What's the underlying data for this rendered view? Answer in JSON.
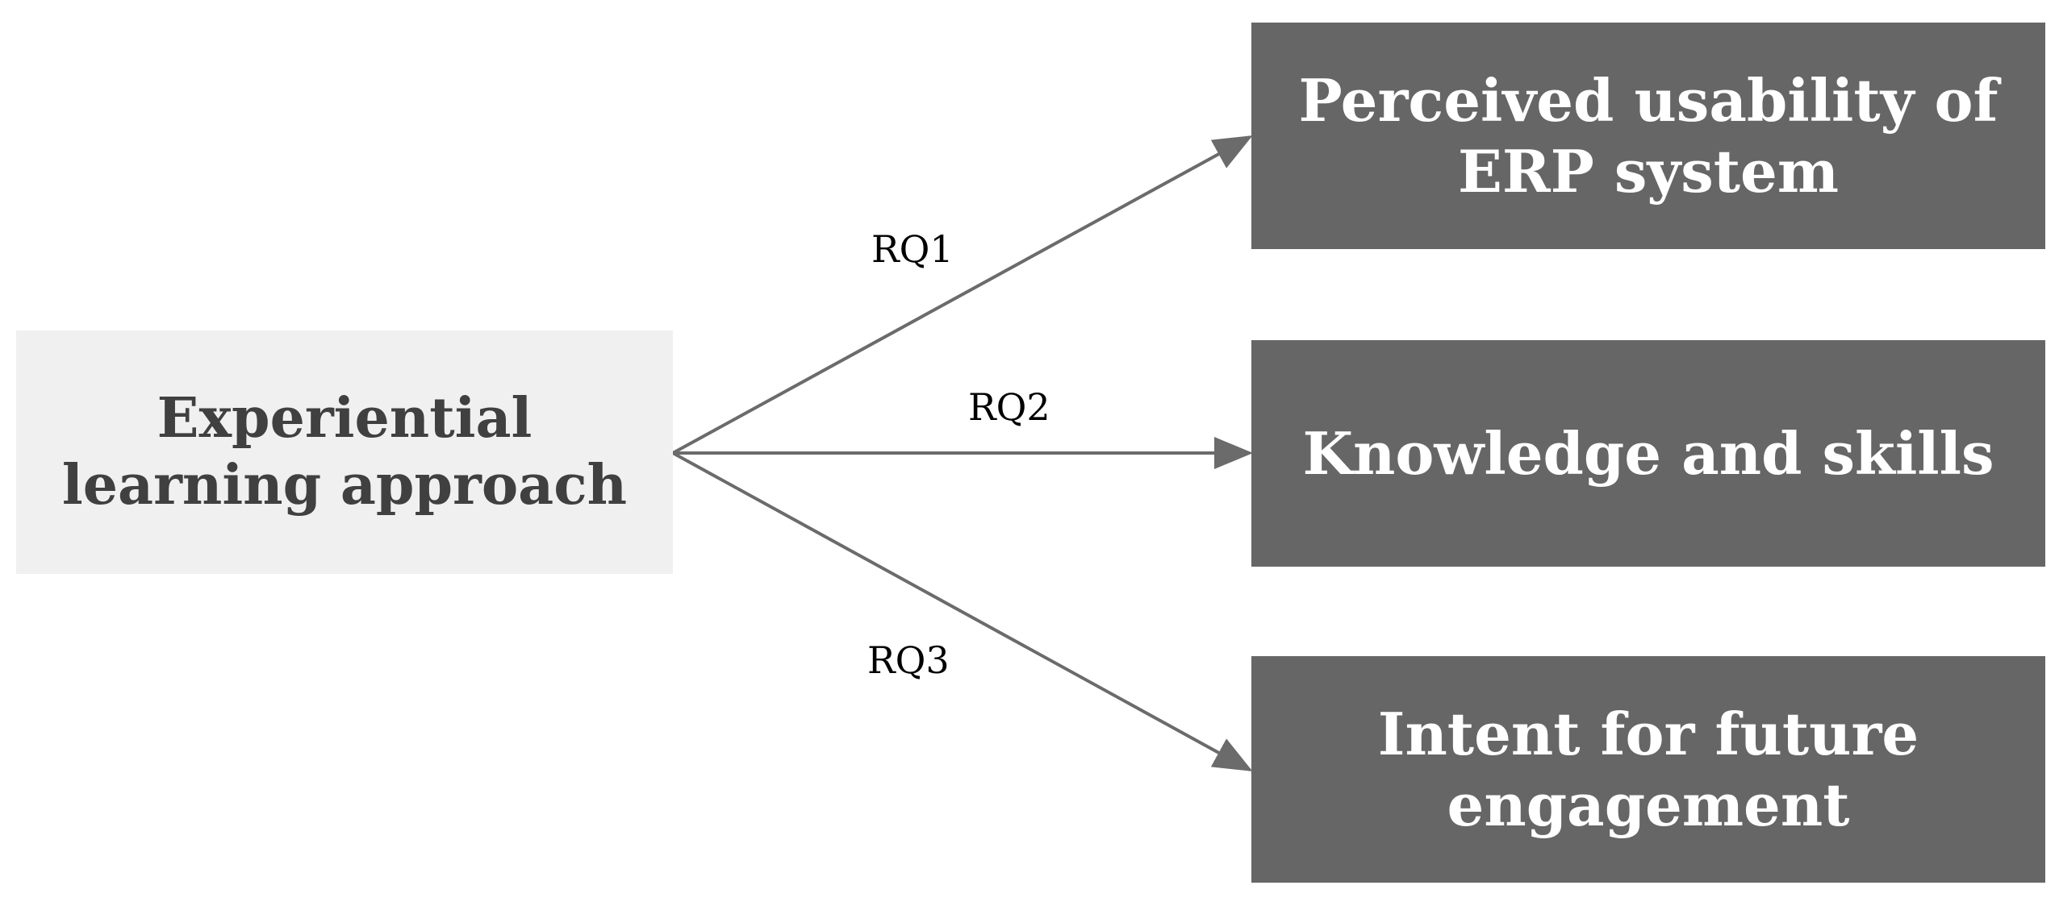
{
  "source": {
    "lines": [
      "Experiential",
      "learning approach"
    ]
  },
  "targets": [
    {
      "lines": [
        "Perceived usability of",
        "ERP system"
      ]
    },
    {
      "lines": [
        "Knowledge and skills"
      ]
    },
    {
      "lines": [
        "Intent for future",
        "engagement"
      ]
    }
  ],
  "edges": [
    {
      "label": "RQ1",
      "from": "source",
      "to": "targets.0"
    },
    {
      "label": "RQ2",
      "from": "source",
      "to": "targets.1"
    },
    {
      "label": "RQ3",
      "from": "source",
      "to": "targets.2"
    }
  ],
  "colors": {
    "source_fill": "#f0f0f0",
    "source_text": "#404040",
    "target_fill": "#666666",
    "target_text": "#ffffff",
    "arrow": "#6b6b6b"
  }
}
